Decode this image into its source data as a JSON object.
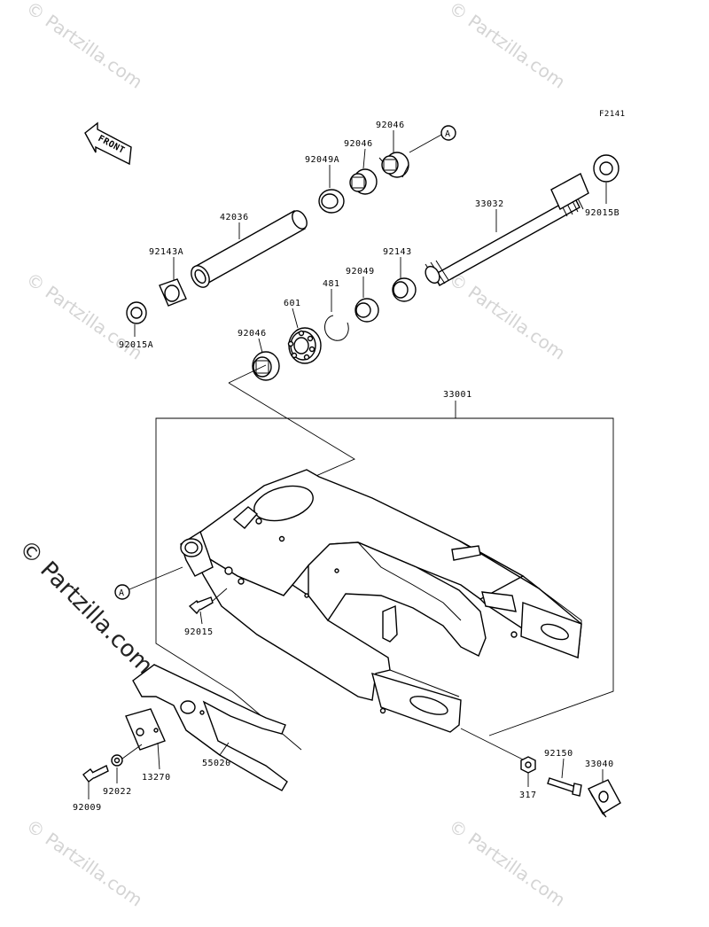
{
  "figure_code": "F2141",
  "front_label": "FRONT",
  "ref_marker": "A",
  "assembly_label": "33001",
  "watermark_text": "© Partzilla.com",
  "parts": [
    {
      "id": "92046-top",
      "label": "92046"
    },
    {
      "id": "92046-mid",
      "label": "92046"
    },
    {
      "id": "92049A",
      "label": "92049A"
    },
    {
      "id": "42036",
      "label": "42036"
    },
    {
      "id": "92143A",
      "label": "92143A"
    },
    {
      "id": "92015A",
      "label": "92015A"
    },
    {
      "id": "33032",
      "label": "33032"
    },
    {
      "id": "92015B",
      "label": "92015B"
    },
    {
      "id": "92143",
      "label": "92143"
    },
    {
      "id": "92049",
      "label": "92049"
    },
    {
      "id": "481",
      "label": "481"
    },
    {
      "id": "601",
      "label": "601"
    },
    {
      "id": "92046-low",
      "label": "92046"
    },
    {
      "id": "92015",
      "label": "92015"
    },
    {
      "id": "92150",
      "label": "92150"
    },
    {
      "id": "33040",
      "label": "33040"
    },
    {
      "id": "317",
      "label": "317"
    },
    {
      "id": "55020",
      "label": "55020"
    },
    {
      "id": "13270",
      "label": "13270"
    },
    {
      "id": "92022",
      "label": "92022"
    },
    {
      "id": "92009",
      "label": "92009"
    }
  ]
}
